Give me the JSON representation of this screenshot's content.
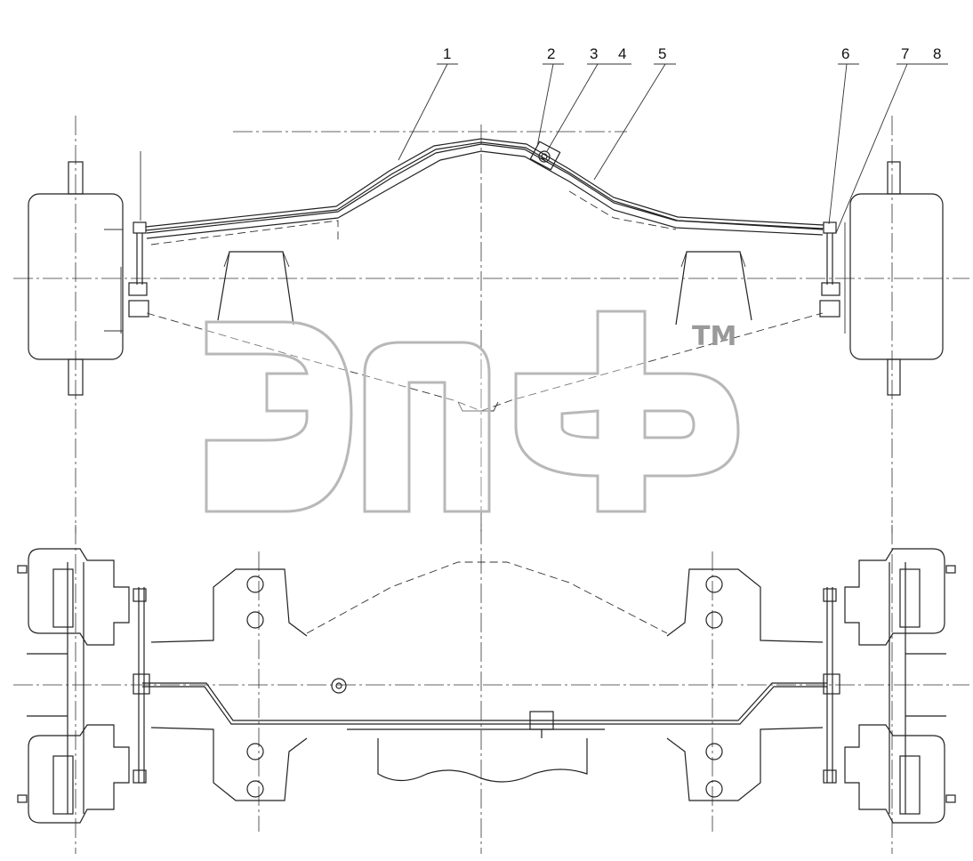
{
  "drawing": {
    "callouts": [
      "1",
      "2",
      "3",
      "4",
      "5",
      "6",
      "7",
      "8"
    ]
  },
  "watermark": {
    "trademark": "TM"
  },
  "colors": {
    "line": "#222222",
    "watermark": "#b8b8b8",
    "background": "#ffffff"
  }
}
